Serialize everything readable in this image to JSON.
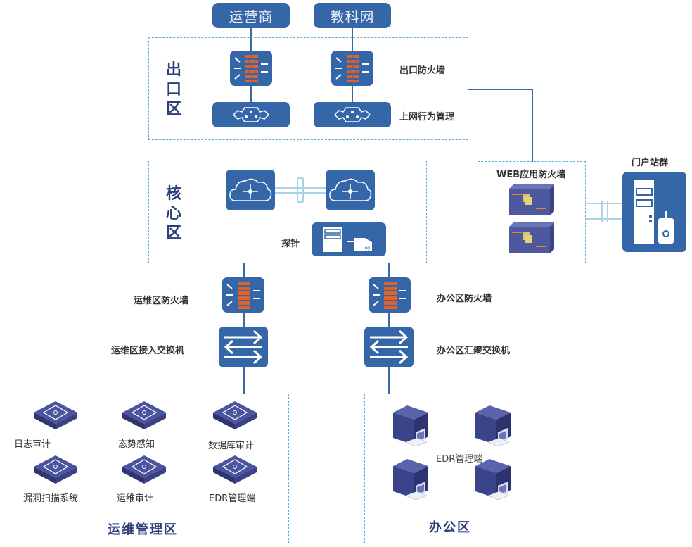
{
  "title": "网络安全拓扑",
  "isps": [
    {
      "label": "运营商"
    },
    {
      "label": "教科网"
    }
  ],
  "zones": {
    "exit": {
      "title": "出口区",
      "title_chars": [
        "出",
        "口",
        "区"
      ]
    },
    "core": {
      "title": "核心区",
      "title_chars": [
        "核",
        "心",
        "区"
      ]
    },
    "waf": {
      "title": "WEB应用防火墙"
    },
    "ops": {
      "title": "运维管理区"
    },
    "office": {
      "title": "办公区"
    }
  },
  "labels": {
    "exit_firewall": "出口防火墙",
    "behavior_mgmt": "上网行为管理",
    "probe": "探针",
    "portal": "门户站群",
    "ops_firewall": "运维区防火墙",
    "ops_switch": "运维区接入交换机",
    "office_firewall": "办公区防火墙",
    "office_switch": "办公区汇聚交换机",
    "office_edr": "EDR管理端",
    "log_ext": ".log"
  },
  "ops_devices": [
    {
      "label": "日志审计"
    },
    {
      "label": "态势感知"
    },
    {
      "label": "数据库审计"
    },
    {
      "label": "漏洞扫描系统"
    },
    {
      "label": "运维审计"
    },
    {
      "label": "EDR管理端"
    }
  ],
  "colors": {
    "device_blue": "#3566a8",
    "zone_border": "#5aa9d6",
    "brick": "#e0622a",
    "title_navy": "#2b3f7a"
  }
}
